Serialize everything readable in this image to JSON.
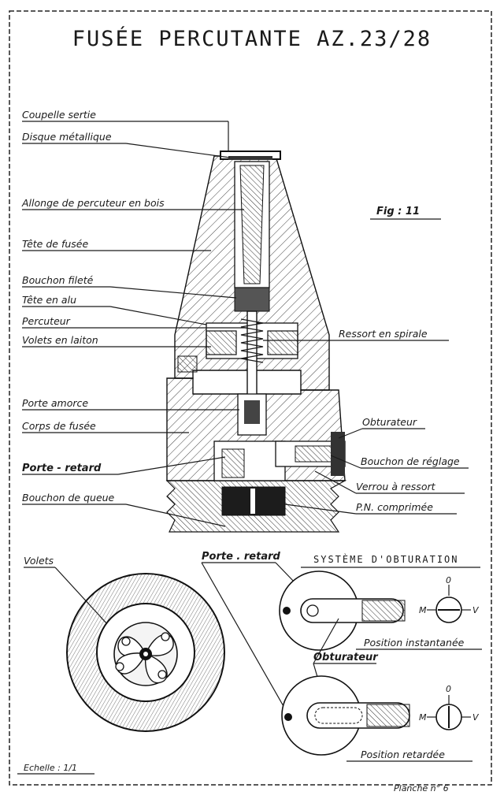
{
  "title": "FUSÉE PERCUTANTE AZ.23/28",
  "figure_label": "Fig : 11",
  "labels_left": [
    "Coupelle sertie",
    "Disque métallique",
    "Allonge de percuteur en bois",
    "Tête de fusée",
    "Bouchon fileté",
    "Tête en alu",
    "Percuteur",
    "Volets en laiton",
    "Porte amorce",
    "Corps de fusée",
    "Porte - retard",
    "Bouchon de queue"
  ],
  "labels_right": [
    "Ressort en spirale",
    "Obturateur",
    "Bouchon de réglage",
    "Verrou à ressort",
    "P.N. comprimée"
  ],
  "lower": {
    "volets": "Volets",
    "porte_retard": "Porte . retard",
    "systeme": "SYSTÈME D'OBTURATION",
    "obturateur": "Obturateur",
    "position_instantanee": "Position instantanée",
    "position_retardee": "Position retardée",
    "dial_top_1": "0",
    "dial_left_1": "M",
    "dial_right_1": "V",
    "dial_top_2": "0",
    "dial_left_2": "M",
    "dial_right_2": "V"
  },
  "footer": {
    "scale": "Echelle : 1/1",
    "plate": "Planche n° 6"
  }
}
